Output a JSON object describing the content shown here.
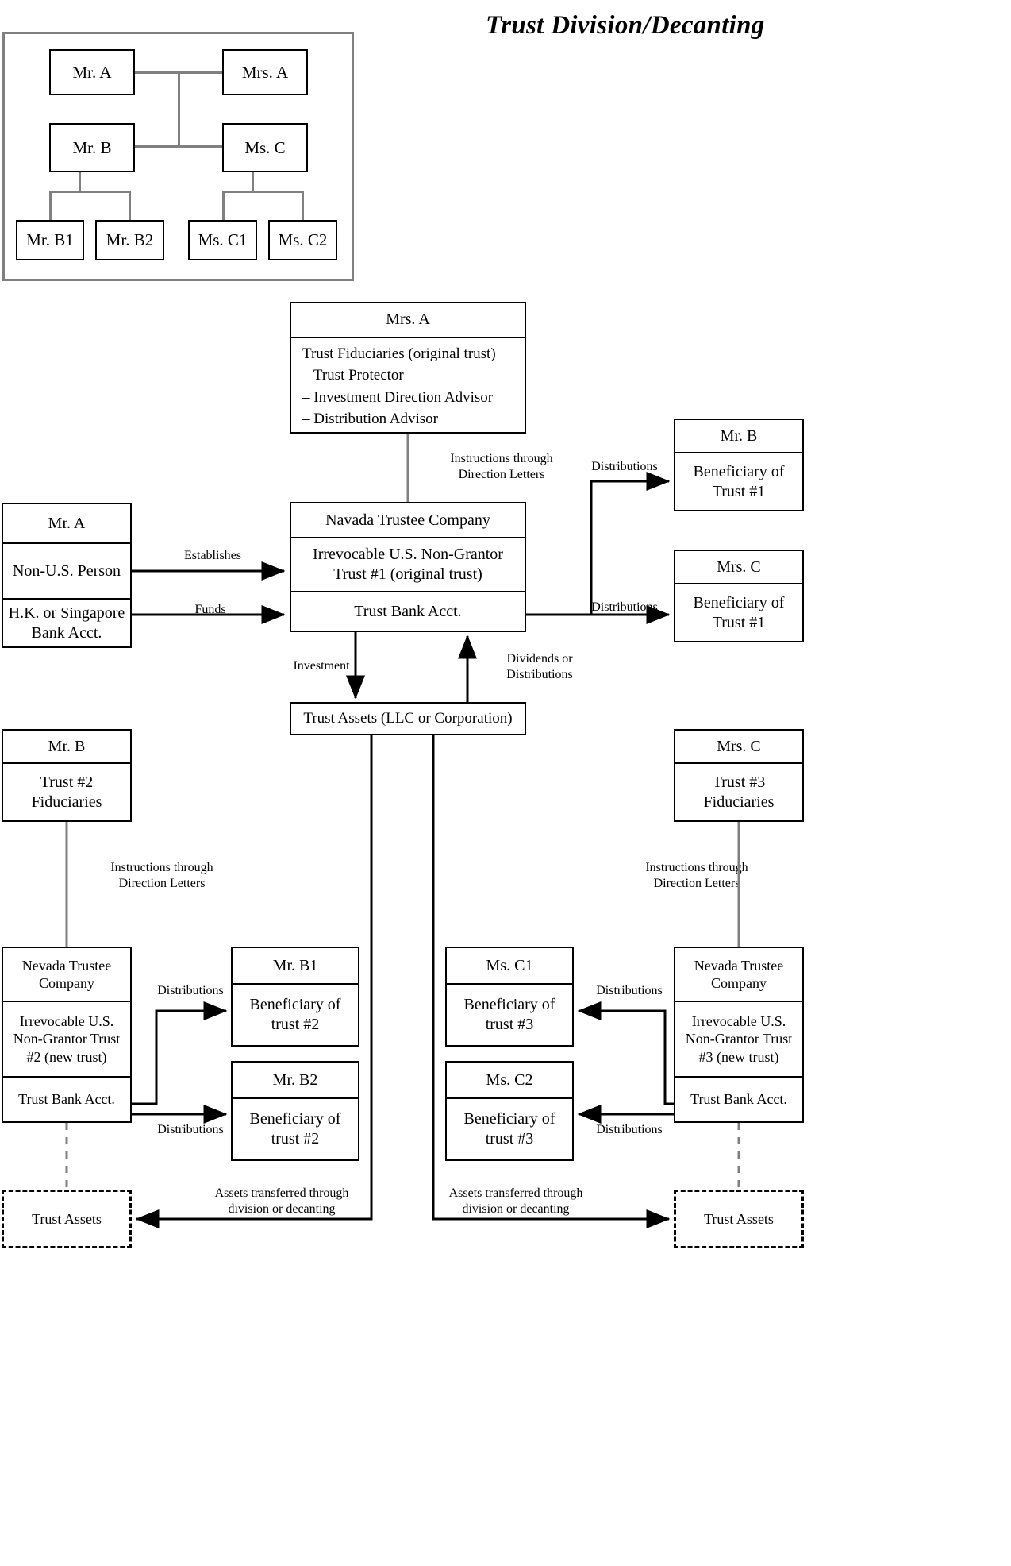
{
  "title": "Trust Division/Decanting",
  "colors": {
    "line_gray": "#808080",
    "line_black": "#000000",
    "box_border": "#000000"
  },
  "family_tree": {
    "mr_a": "Mr. A",
    "mrs_a": "Mrs. A",
    "mr_b": "Mr. B",
    "ms_c": "Ms. C",
    "mr_b1": "Mr. B1",
    "mr_b2": "Mr. B2",
    "ms_c1": "Ms. C1",
    "ms_c2": "Ms. C2"
  },
  "fiduciaries_box": {
    "header": "Mrs. A",
    "body_title": "Trust Fiduciaries (original trust)",
    "items": [
      "–   Trust Protector",
      "–   Investment Direction Advisor",
      "–   Distribution Advisor"
    ],
    "body_full": "Trust Fiduciaries (original trust)\n    –   Trust Protector\n    –   Investment Direction Advisor\n    –   Distribution Advisor"
  },
  "grantor_box": {
    "header": "Mr. A",
    "row1": "Non-U.S. Person",
    "row2": "H.K. or Singapore\nBank Acct."
  },
  "trust1_box": {
    "header": "Navada Trustee Company",
    "row1": "Irrevocable U.S. Non-Grantor\nTrust #1 (original trust)",
    "row2": "Trust Bank Acct."
  },
  "trust_assets_box": {
    "label": "Trust Assets (LLC or Corporation)"
  },
  "beneficiary_b_box": {
    "header": "Mr. B",
    "row1": "Beneficiary of\nTrust #1"
  },
  "beneficiary_c_box": {
    "header": "Mrs. C",
    "row1": "Beneficiary of\nTrust #1"
  },
  "trust2_fiduciaries_box": {
    "header": "Mr. B",
    "row1": "Trust #2\nFiduciaries"
  },
  "trust3_fiduciaries_box": {
    "header": "Mrs. C",
    "row1": "Trust #3\nFiduciaries"
  },
  "trust2_box": {
    "header": "Nevada Trustee\nCompany",
    "row1": "Irrevocable U.S.\nNon-Grantor Trust\n#2 (new trust)",
    "row2": "Trust Bank Acct."
  },
  "trust3_box": {
    "header": "Nevada Trustee\nCompany",
    "row1": "Irrevocable  U.S.\nNon-Grantor  Trust\n#3 (new trust)",
    "row2": "Trust Bank Acct."
  },
  "beneficiary_b1_box": {
    "header": "Mr. B1",
    "row1": "Beneficiary of\ntrust #2"
  },
  "beneficiary_b2_box": {
    "header": "Mr. B2",
    "row1": "Beneficiary of\ntrust #2"
  },
  "beneficiary_c1_box": {
    "header": "Ms. C1",
    "row1": "Beneficiary of\ntrust #3"
  },
  "beneficiary_c2_box": {
    "header": "Ms. C2",
    "row1": "Beneficiary of\ntrust #3"
  },
  "trust_assets_left": {
    "label": "Trust Assets"
  },
  "trust_assets_right": {
    "label": "Trust Assets"
  },
  "edge_labels": {
    "instructions_top": "Instructions through\nDirection Letters",
    "establishes": "Establishes",
    "funds": "Funds",
    "distributions_b": "Distributions",
    "distributions_c": "Distributions",
    "investment": "Investment",
    "dividends": "Dividends or\nDistributions",
    "instructions_left": "Instructions through\nDirection Letters",
    "instructions_right": "Instructions through\nDirection Letters",
    "distributions_b1": "Distributions",
    "distributions_b2": "Distributions",
    "distributions_c1": "Distributions",
    "distributions_c2": "Distributions",
    "assets_left": "Assets transferred through\ndivision or decanting",
    "assets_right": "Assets transferred through\ndivision or decanting"
  }
}
